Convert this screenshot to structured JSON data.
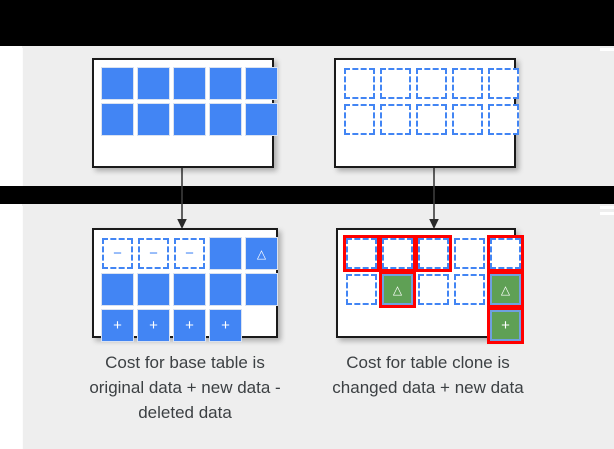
{
  "diagram": {
    "title": "Table clone storage cost comparison",
    "background_color": "#EEEEEE",
    "band_color": "#000000",
    "colors": {
      "blue": "#4285F4",
      "green": "#5FA055",
      "red": "#FF0000",
      "card_border": "#1A1A1A",
      "text": "#3C4043"
    }
  },
  "icons": {
    "minus": "−",
    "plus": "+",
    "triangle": "△"
  },
  "panels": {
    "top_left": {
      "name": "base-table-original",
      "rows": [
        [
          {
            "style": "solid"
          },
          {
            "style": "solid"
          },
          {
            "style": "solid"
          },
          {
            "style": "solid"
          },
          {
            "style": "solid"
          }
        ],
        [
          {
            "style": "solid"
          },
          {
            "style": "solid"
          },
          {
            "style": "solid"
          },
          {
            "style": "solid"
          },
          {
            "style": "solid"
          }
        ]
      ]
    },
    "top_right": {
      "name": "table-clone-original",
      "rows": [
        [
          {
            "style": "dashed"
          },
          {
            "style": "dashed"
          },
          {
            "style": "dashed"
          },
          {
            "style": "dashed"
          },
          {
            "style": "dashed"
          }
        ],
        [
          {
            "style": "dashed"
          },
          {
            "style": "dashed"
          },
          {
            "style": "dashed"
          },
          {
            "style": "dashed"
          },
          {
            "style": "dashed"
          }
        ]
      ]
    },
    "bottom_left": {
      "name": "base-table-after-changes",
      "rows": [
        [
          {
            "style": "dashed",
            "glyph": "minus"
          },
          {
            "style": "dashed",
            "glyph": "minus"
          },
          {
            "style": "dashed",
            "glyph": "minus"
          },
          {
            "style": "solid"
          },
          {
            "style": "solid",
            "glyph": "triangle"
          }
        ],
        [
          {
            "style": "solid"
          },
          {
            "style": "solid"
          },
          {
            "style": "solid"
          },
          {
            "style": "solid"
          },
          {
            "style": "solid"
          }
        ],
        [
          {
            "style": "solid",
            "glyph": "plus"
          },
          {
            "style": "solid",
            "glyph": "plus"
          },
          {
            "style": "solid",
            "glyph": "plus"
          },
          {
            "style": "solid",
            "glyph": "plus"
          },
          {
            "style": "empty"
          }
        ]
      ]
    },
    "bottom_right": {
      "name": "table-clone-after-changes",
      "rows": [
        [
          {
            "style": "dashed",
            "highlight": true
          },
          {
            "style": "dashed",
            "highlight": true
          },
          {
            "style": "dashed",
            "highlight": true
          },
          {
            "style": "dashed"
          },
          {
            "style": "dashed",
            "highlight": true
          }
        ],
        [
          {
            "style": "dashed"
          },
          {
            "style": "green",
            "glyph": "triangle",
            "highlight": true
          },
          {
            "style": "dashed"
          },
          {
            "style": "dashed"
          },
          {
            "style": "green",
            "glyph": "triangle",
            "highlight": true
          }
        ],
        [
          {
            "style": "empty"
          },
          {
            "style": "empty"
          },
          {
            "style": "empty"
          },
          {
            "style": "empty"
          },
          {
            "style": "green",
            "glyph": "plus",
            "highlight": true
          }
        ]
      ]
    }
  },
  "captions": {
    "left": "Cost for base table is original data + new data - deleted data",
    "right": "Cost for table clone is changed data + new data"
  },
  "connectors": [
    {
      "name": "arrow-base-table",
      "from": "top_left",
      "to": "bottom_left"
    },
    {
      "name": "arrow-table-clone",
      "from": "top_right",
      "to": "bottom_right"
    }
  ]
}
